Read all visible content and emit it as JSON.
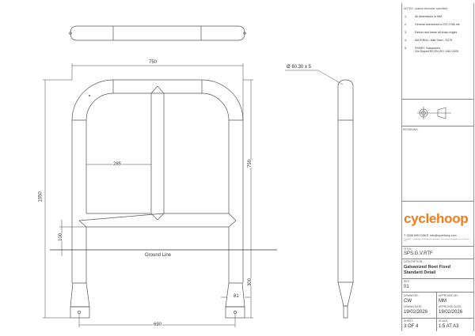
{
  "drawing": {
    "dimensions": {
      "overall_width": "750",
      "overall_height": "1050",
      "above_ground_height": "750",
      "below_ground_depth": "300",
      "inner_span": "285",
      "crossbar_clearance": "100",
      "foot_width": "81",
      "base_centres": "690",
      "tube_spec": "Ø 60.30 x 5"
    },
    "ground_label": "Ground Line"
  },
  "title_block": {
    "notes_heading": "NOTES: (unless otherwise specified)",
    "notes": [
      {
        "num": "1.",
        "text": "All dimensions in MM"
      },
      {
        "num": "2.",
        "text": "General tolerances to ISO 2768-mk"
      },
      {
        "num": "3.",
        "text": "Deburr and break all sharp edges"
      },
      {
        "num": "4.",
        "text": "MATERIAL: Mild Steel - S275"
      },
      {
        "num": "5.",
        "text": "FINISH: Galvanised,"
      },
      {
        "num": "",
        "text": "Hot Dipped BS EN ISO 1461:2009"
      }
    ],
    "revisions_label": "REVISIONS:",
    "brand": "cyclehoop",
    "brand_color": "#f07d1a",
    "contact": "T: 0208 699 1338     E: info@cyclehoop.com",
    "copyright": "Copyright © Cyclehoop Ltd. All material contained in this drawing is the property of Cyclehoop Ltd.",
    "title_label": "TITLE:",
    "title": "SPS.G.V.RTF",
    "description_label": "DESCRIPTION:",
    "description_line1": "Galvanized Root Fixed",
    "description_line2": "Standard Detail",
    "rev_label": "REV:",
    "rev": "01",
    "drawn_by_label": "DRAWN BY:",
    "drawn_by": "CW",
    "approved_by_label": "APPROVED BY:",
    "approved_by": "MM",
    "drawn_date_label": "DRAWN DATE:",
    "drawn_date": "19/02/2026",
    "approved_date_label": "APPROVED DATE:",
    "approved_date": "19/02/2026",
    "sheet_label": "SHEET:",
    "sheet": "3 OF 4",
    "scale_label": "SCALE:",
    "scale": "1:5 AT A3"
  }
}
